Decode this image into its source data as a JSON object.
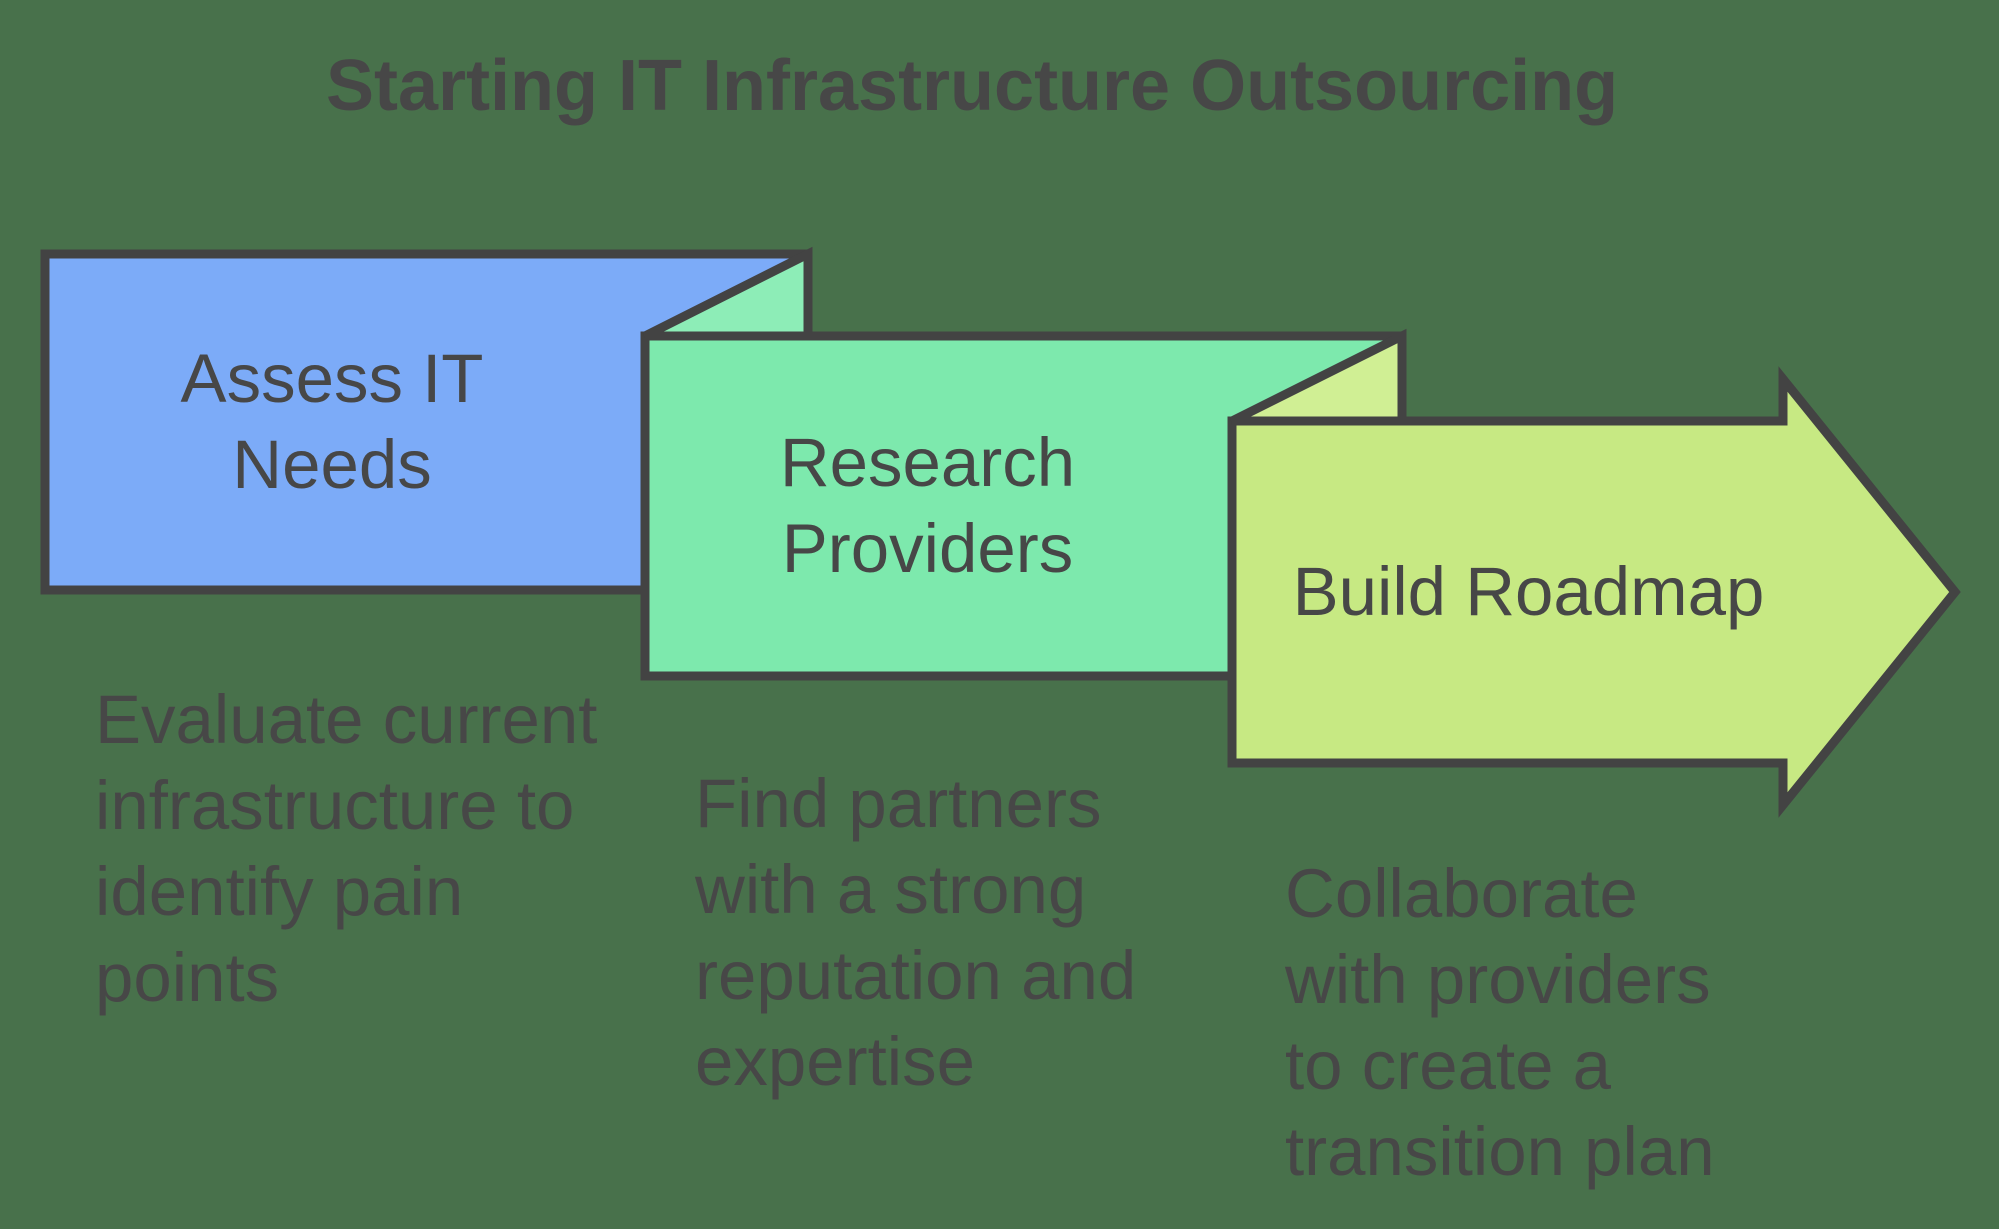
{
  "title": "Starting IT Infrastructure Outsourcing",
  "colors": {
    "background": "#48714b",
    "outline": "#434343",
    "text": "#474747",
    "step1_fill": "#7cabf8",
    "step2_fill": "#7de9ad",
    "step2_fold_fill": "#8dedb7",
    "step3_fill": "#c7e983",
    "step3_fold_fill": "#d0ef94"
  },
  "steps": [
    {
      "label": "Assess IT\nNeeds",
      "description": "Evaluate current\ninfrastructure to\nidentify pain\npoints"
    },
    {
      "label": "Research\nProviders",
      "description": "Find partners\nwith a strong\nreputation and\nexpertise"
    },
    {
      "label": "Build Roadmap",
      "description": "Collaborate\nwith providers\nto create a\ntransition plan"
    }
  ]
}
